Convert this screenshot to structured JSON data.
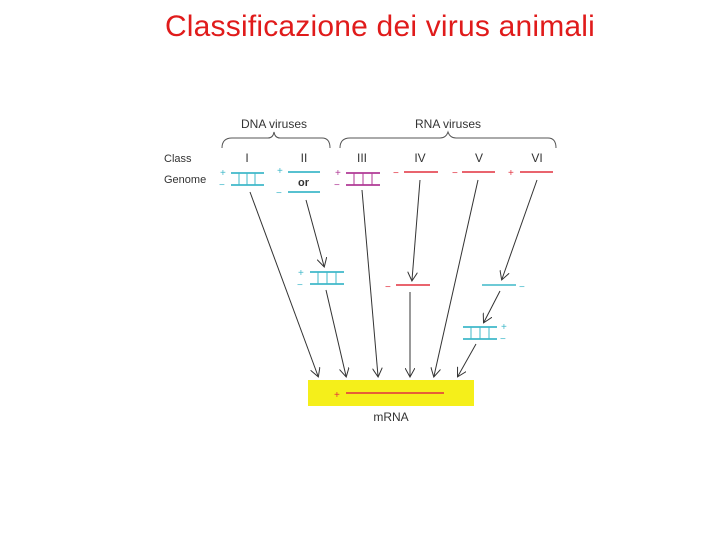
{
  "title": "Classificazione dei virus animali",
  "groups": {
    "dna": "DNA viruses",
    "rna": "RNA viruses"
  },
  "row_labels": {
    "class": "Class",
    "genome": "Genome"
  },
  "classes": [
    "I",
    "II",
    "III",
    "IV",
    "V",
    "VI"
  ],
  "or_label": "or",
  "plus": "+",
  "minus": "−",
  "product": "mRNA",
  "colors": {
    "title": "#e01b1b",
    "dna_strand": "#3fb8c9",
    "ds_rna_strand": "#b03a96",
    "ss_rna_strand": "#e2313f",
    "mrna_box": "#f5ef1a",
    "arrow": "#333333"
  }
}
